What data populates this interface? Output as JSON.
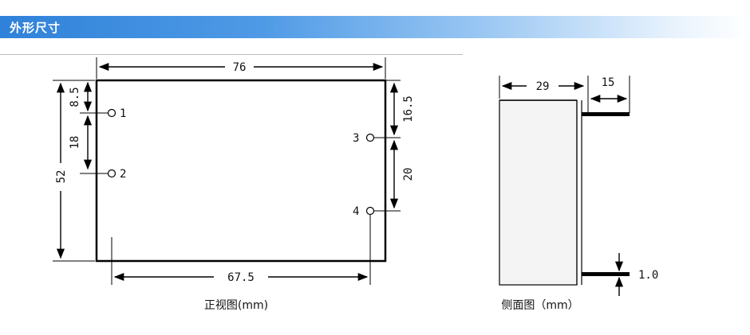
{
  "header": {
    "title": "外形尺寸"
  },
  "front_view": {
    "caption": "正视图(mm)",
    "dims": {
      "width_top": "76",
      "height": "52",
      "pin1_top": "8.5",
      "pin1_pin2": "18",
      "right_top": "16.5",
      "pin3_pin4": "20",
      "bottom_span": "67.5"
    },
    "pins": [
      "1",
      "2",
      "3",
      "4"
    ]
  },
  "side_view": {
    "caption": "侧面图（mm）",
    "dims": {
      "depth": "29",
      "lead_length": "15",
      "lead_thickness": "1.0"
    }
  }
}
